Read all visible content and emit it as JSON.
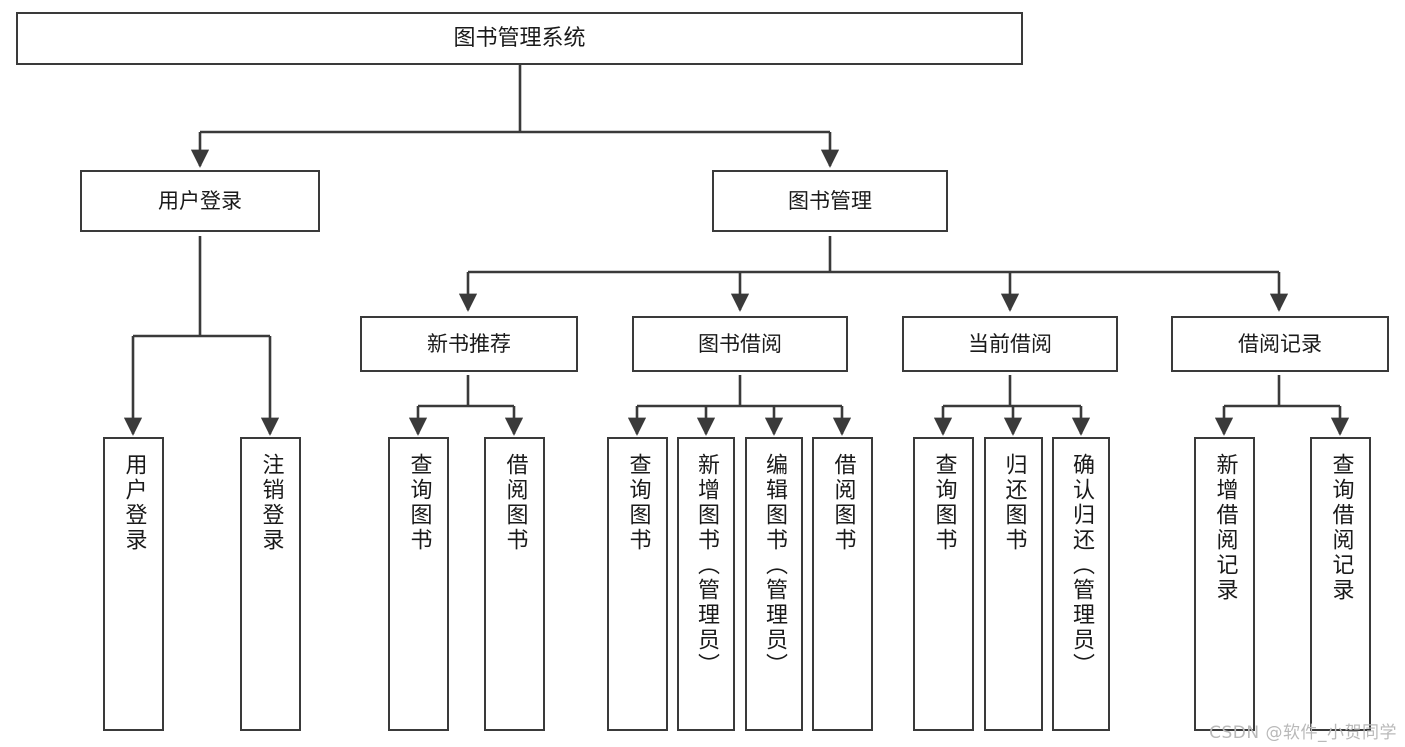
{
  "diagram": {
    "type": "tree",
    "title": "图书管理系统",
    "orientation": "top-down",
    "styles": {
      "background": "#ffffff",
      "box_border": "#3a3a3a",
      "line": "#3a3a3a",
      "text": "#1a1a1a",
      "watermark": "#b9b9b9"
    },
    "root": {
      "label": "图书管理系统"
    },
    "level2": [
      {
        "label": "用户登录"
      },
      {
        "label": "图书管理"
      }
    ],
    "level3": [
      {
        "label": "新书推荐"
      },
      {
        "label": "图书借阅"
      },
      {
        "label": "当前借阅"
      },
      {
        "label": "借阅记录"
      }
    ],
    "leaves": {
      "user_login": [
        {
          "label": "用户登录"
        },
        {
          "label": "注销登录"
        }
      ],
      "new_book_recommend": [
        {
          "label": "查询图书"
        },
        {
          "label": "借阅图书"
        }
      ],
      "book_borrow": [
        {
          "label": "查询图书"
        },
        {
          "label": "新增图书（管理员）"
        },
        {
          "label": "编辑图书（管理员）"
        },
        {
          "label": "借阅图书"
        }
      ],
      "current_borrow": [
        {
          "label": "查询图书"
        },
        {
          "label": "归还图书"
        },
        {
          "label": "确认归还（管理员）"
        }
      ],
      "borrow_record": [
        {
          "label": "新增借阅记录"
        },
        {
          "label": "查询借阅记录"
        }
      ]
    }
  },
  "watermark": {
    "text": "CSDN @软件_小贺同学"
  }
}
